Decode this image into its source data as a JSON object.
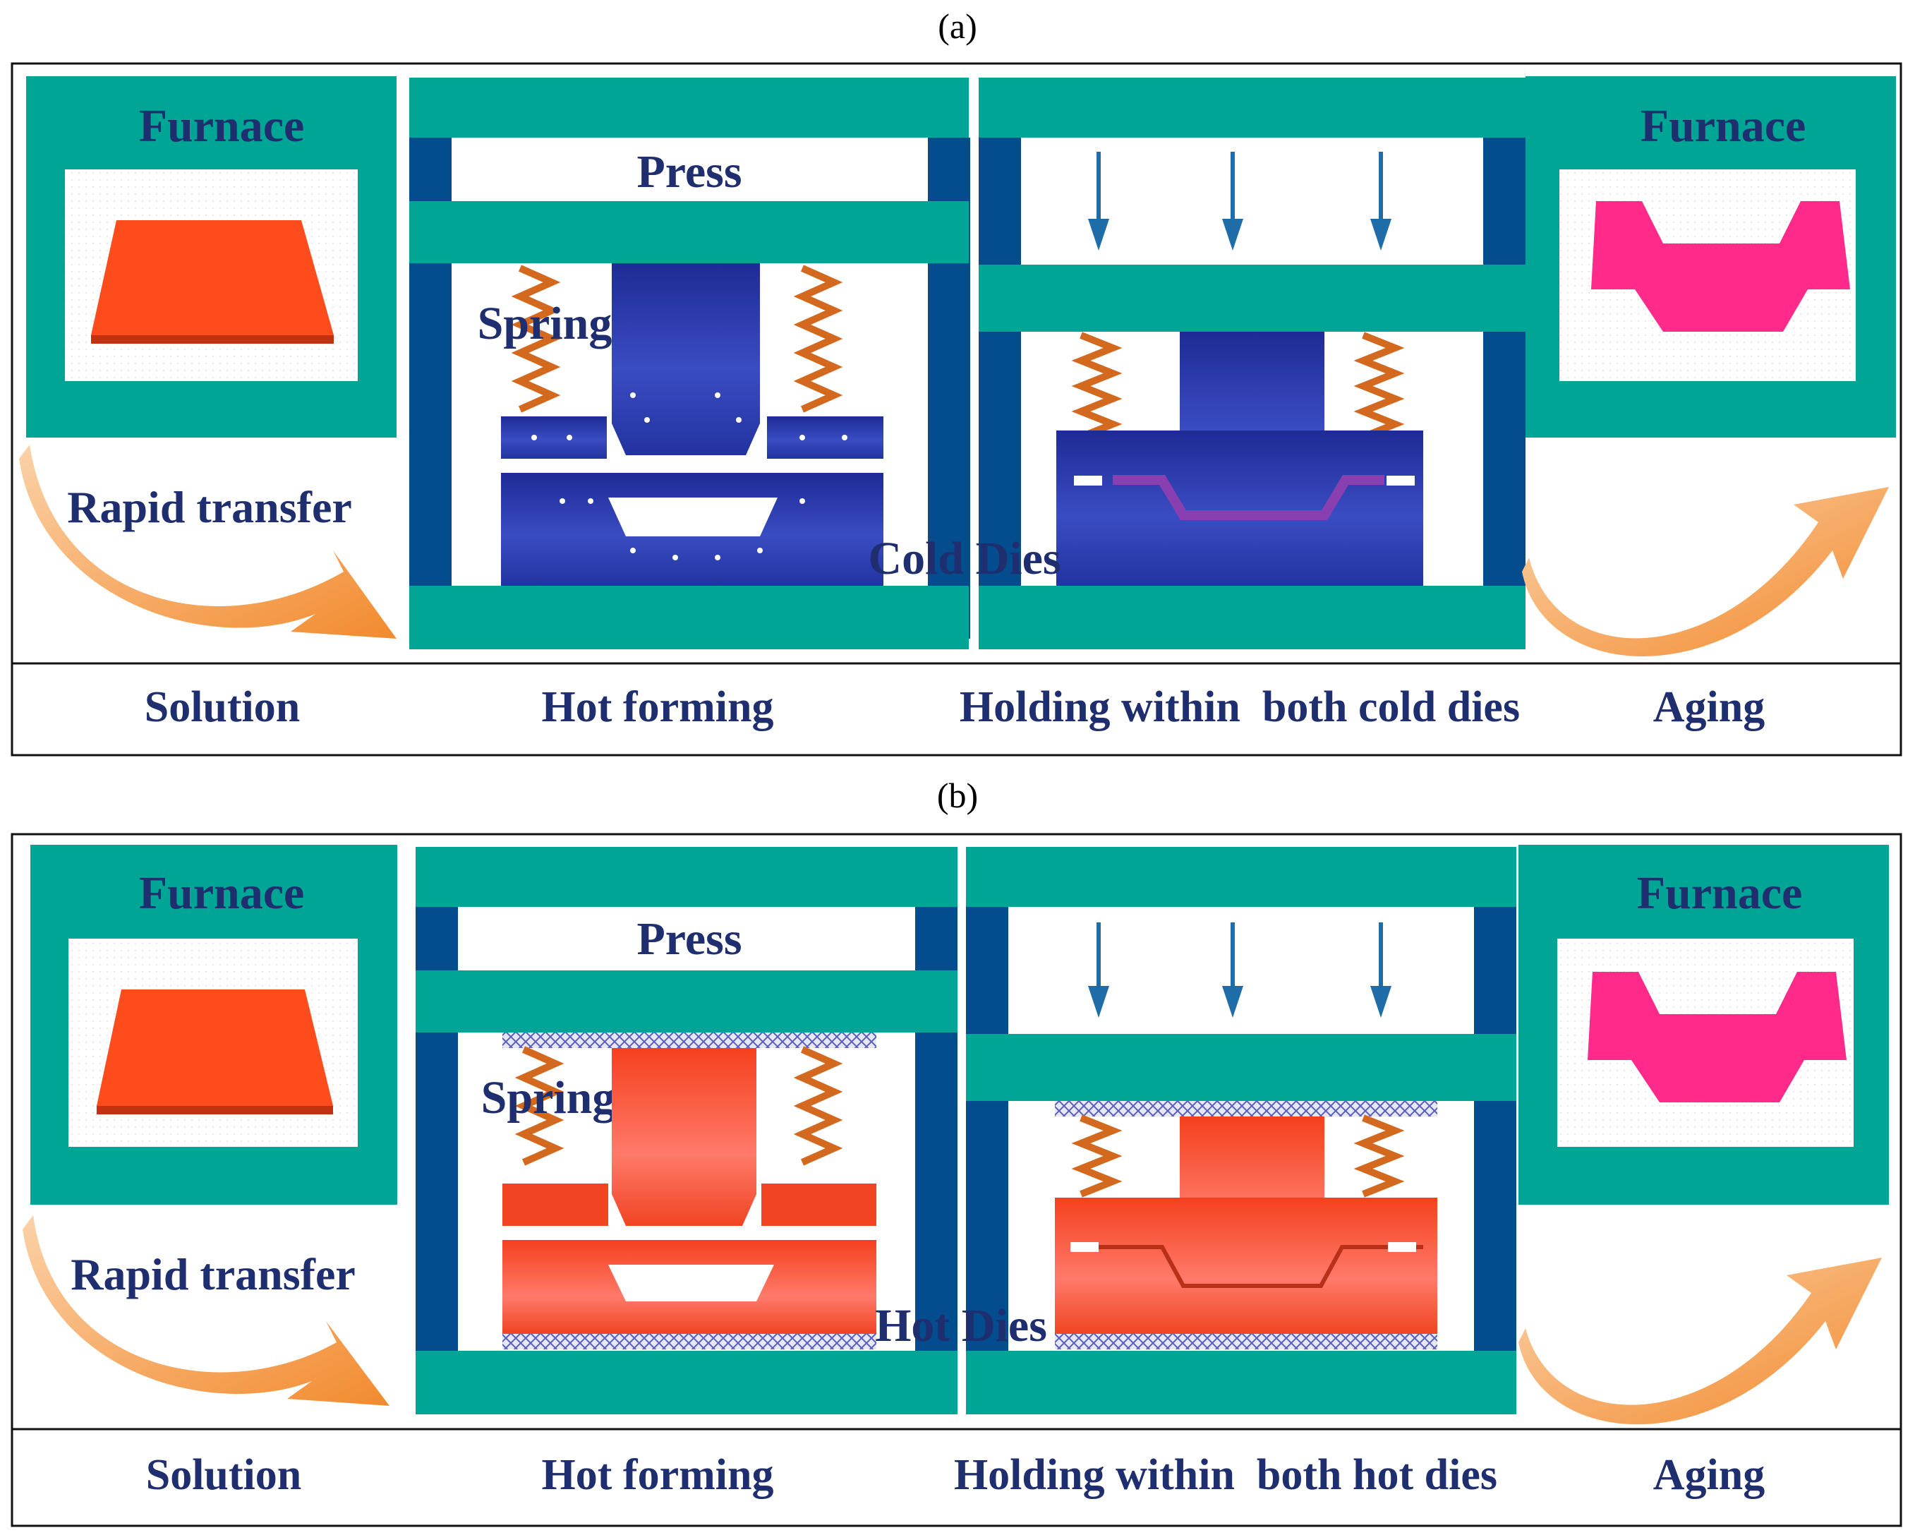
{
  "panels": [
    {
      "label": "(a)",
      "die_type": "cold",
      "furnace_left": "Furnace",
      "furnace_right": "Furnace",
      "press": "Press",
      "spring": "Spring",
      "transfer": "Rapid transfer",
      "dies": "Cold Dies",
      "steps": [
        "Solution",
        "Hot forming",
        "Holding within  both cold dies",
        "Aging"
      ]
    },
    {
      "label": "(b)",
      "die_type": "hot",
      "furnace_left": "Furnace",
      "furnace_right": "Furnace",
      "press": "Press",
      "spring": "Spring",
      "transfer": "Rapid transfer",
      "dies": "Hot Dies",
      "steps": [
        "Solution",
        "Hot forming",
        "Holding within  both hot dies",
        "Aging"
      ]
    }
  ],
  "colors": {
    "teal": "#00a596",
    "column": "#034c8d",
    "cold_die": "#2a3aa8",
    "hot_die": "#f64d2a",
    "blank": "#ff4c1c",
    "part": "#ff2a8a",
    "spring": "#d2691e",
    "arrow": "#f59a3c",
    "label_text": "#1e2e6e",
    "press_arrow": "#1f6da8"
  }
}
